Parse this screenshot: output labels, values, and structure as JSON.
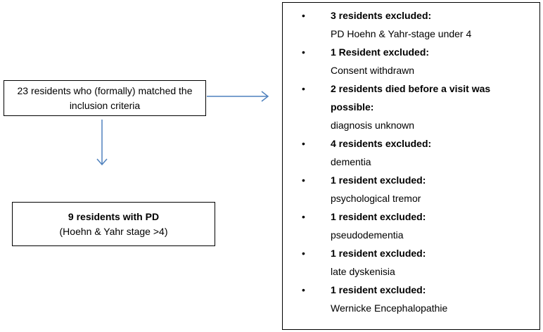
{
  "start_box": {
    "line1": "23 residents who (formally) matched the",
    "line2": "inclusion criteria"
  },
  "result_box": {
    "title": "9 residents with PD",
    "subtitle": "(Hoehn & Yahr stage >4)"
  },
  "exclusions": [
    {
      "head": "3 residents excluded:",
      "detail": "PD Hoehn & Yahr-stage under 4"
    },
    {
      "head": "1 Resident excluded:",
      "detail": "Consent withdrawn"
    },
    {
      "head": "2 residents died before a visit was possible:",
      "detail": "diagnosis unknown"
    },
    {
      "head": "4 residents excluded:",
      "detail": "dementia"
    },
    {
      "head": "1 resident excluded:",
      "detail": "psychological tremor"
    },
    {
      "head": "1 resident excluded:",
      "detail": "pseudodementia"
    },
    {
      "head": "1 resident excluded:",
      "detail": "late dyskenisia"
    },
    {
      "head": "1 resident excluded:",
      "detail": "Wernicke Encephalopathie"
    }
  ],
  "bullet_symbol": "•",
  "colors": {
    "arrow": "#4f81bd",
    "border": "#000000"
  }
}
